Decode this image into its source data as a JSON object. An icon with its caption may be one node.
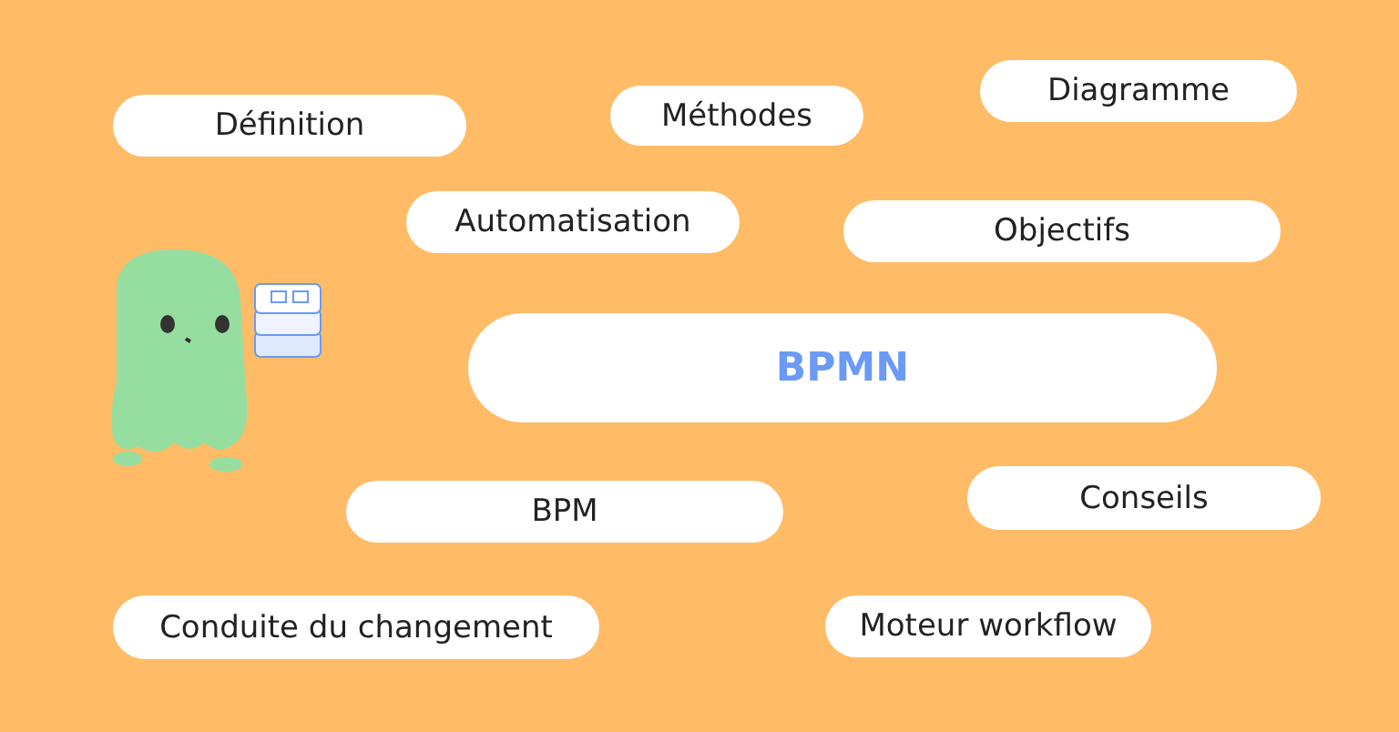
{
  "diagram": {
    "nodes": [
      {
        "text": [
          "Définition"
        ]
      },
      {
        "text": [
          "Méthodes"
        ]
      },
      {
        "text": [
          "Diagramme"
        ]
      },
      {
        "text": [
          "Automatisation"
        ]
      },
      {
        "text": [
          "Objectifs"
        ]
      },
      {
        "text": [
          "BPMN"
        ]
      },
      {
        "text": [
          "BPM"
        ]
      },
      {
        "text": [
          "Conseils"
        ]
      },
      {
        "text": [
          "Conduite du changement"
        ]
      },
      {
        "text": [
          "Moteur workflow"
        ]
      }
    ]
  }
}
